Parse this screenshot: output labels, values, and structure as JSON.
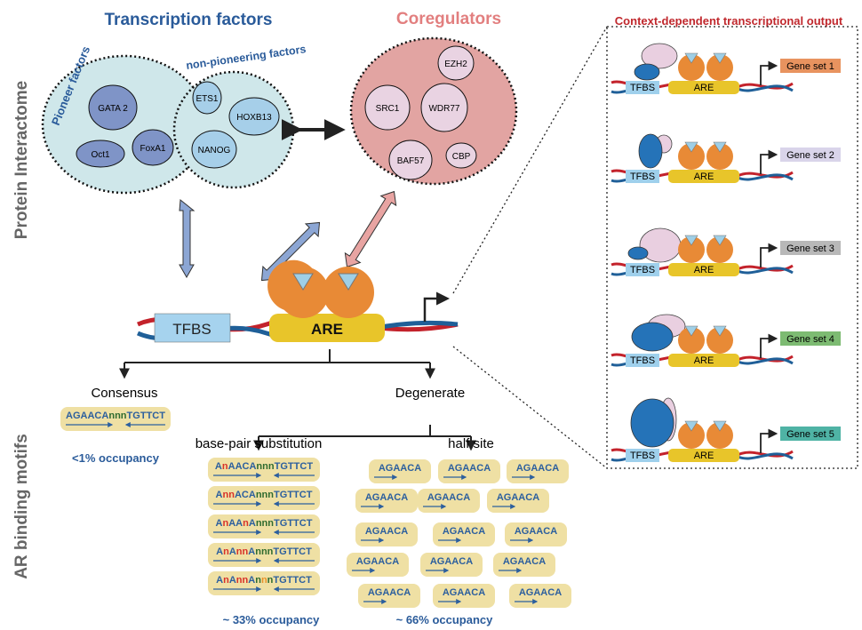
{
  "titles": {
    "transcription_factors": "Transcription factors",
    "coregulators": "Coregulators",
    "context": "Context-dependent transcriptional output",
    "protein_interactome": "Protein Interactome",
    "ar_motifs": "AR binding motifs"
  },
  "tf_groups": {
    "pioneer": "Pioneer factors",
    "non_pioneer": "non-pioneering factors",
    "pioneer_items": [
      "GATA 2",
      "Oct1",
      "FoxA1"
    ],
    "non_pioneer_items": [
      "ETS1",
      "HOXB13",
      "NANOG"
    ]
  },
  "coregulator_items": [
    "EZH2",
    "SRC1",
    "WDR77",
    "BAF57",
    "CBP"
  ],
  "main_dna": {
    "tfbs": "TFBS",
    "are": "ARE"
  },
  "motifs": {
    "consensus_label": "Consensus",
    "consensus_seq": "AGAACAnnnTGTTCT",
    "consensus_occupancy": "<1%  occupancy",
    "degenerate_label": "Degenerate",
    "bps_label": "base-pair substitution",
    "half_label": "half site",
    "bps_seqs": [
      "AnAACAnnnTGTTCT",
      "AnnACAnnnTGTTCT",
      "AnAAnAnnnTGTTCT",
      "AnAnnAnnnTGTTCT",
      "AnAnnAnnnTGTTCT"
    ],
    "bps_occupancy": "~ 33% occupancy",
    "half_seq": "AGAACA",
    "half_occupancy": "~ 66% occupancy"
  },
  "gene_sets": [
    {
      "label": "Gene set 1",
      "color": "#e8935f"
    },
    {
      "label": "Gene set 2",
      "color": "#d9d4ea"
    },
    {
      "label": "Gene set 3",
      "color": "#b8b8b8"
    },
    {
      "label": "Gene set 4",
      "color": "#7dbb72"
    },
    {
      "label": "Gene set 5",
      "color": "#4fb3a5"
    }
  ],
  "unit_labels": {
    "tfbs": "TFBS",
    "are": "ARE"
  },
  "colors": {
    "tf_blue": "#2a5b9a",
    "coreg_pink": "#e27f7f",
    "context_red": "#c0282d",
    "ar_orange": "#e88a36",
    "are_yellow": "#e8c52a",
    "tfbs_blue": "#9fd0ec",
    "substitution_red": "#d8322a",
    "substitution_orange": "#e8922a",
    "spacer_green": "#2f6b2f"
  }
}
